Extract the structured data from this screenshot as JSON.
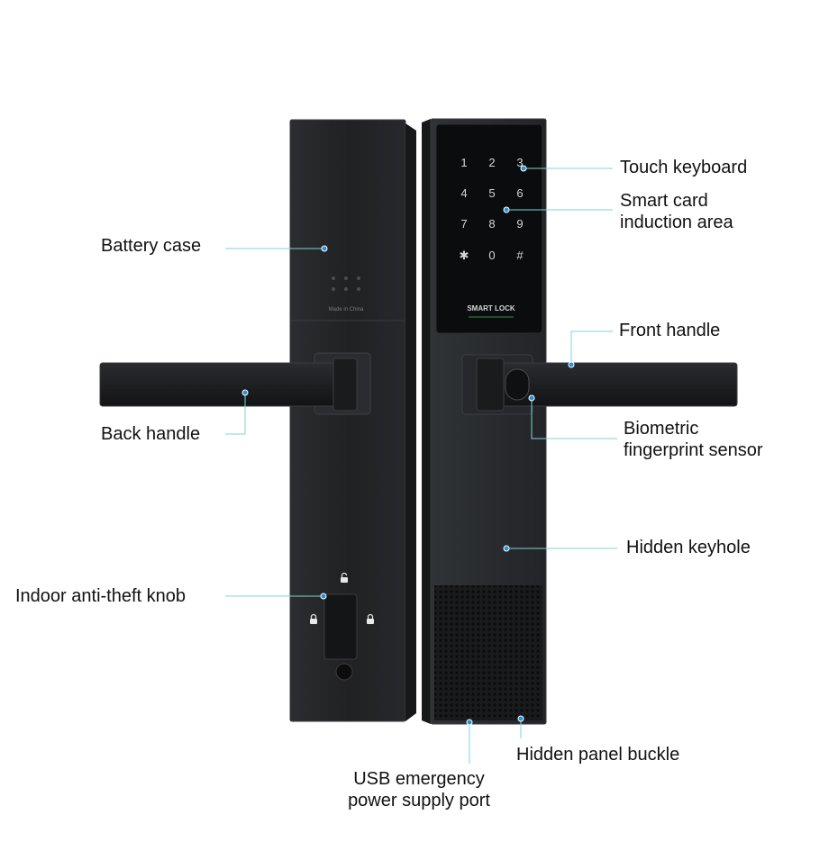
{
  "colors": {
    "leader": "#7fd3d8",
    "dot": "#2a8fd6",
    "body": "#1f2123",
    "body_edge": "#3a3d40",
    "panel": "#0b0c0d",
    "key": "#d6d6d6"
  },
  "labels": {
    "touch_keyboard": "Touch keyboard",
    "smart_card_1": "Smart card",
    "smart_card_2": "induction area",
    "battery_case": "Battery case",
    "front_handle": "Front handle",
    "back_handle": "Back handle",
    "biometric_1": "Biometric",
    "biometric_2": "fingerprint sensor",
    "hidden_keyhole": "Hidden keyhole",
    "knob": "Indoor anti-theft knob",
    "buckle": "Hidden panel buckle",
    "usb_1": "USB emergency",
    "usb_2": "power supply port"
  },
  "device": {
    "keys": [
      "1",
      "2",
      "3",
      "4",
      "5",
      "6",
      "7",
      "8",
      "9",
      "✱",
      "0",
      "#"
    ],
    "brand": "SMART LOCK",
    "made_in": "Made in China"
  }
}
